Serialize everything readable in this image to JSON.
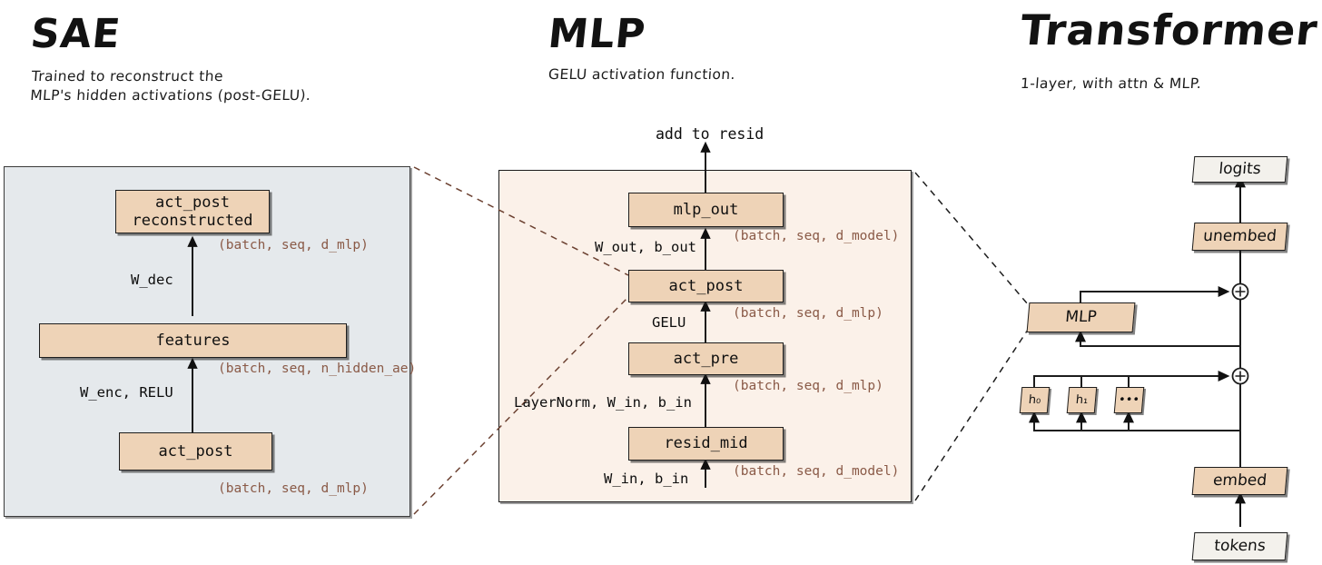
{
  "sections": {
    "sae": {
      "title": "SAE",
      "subtitle": "Trained to reconstruct the\nMLP's hidden activations (post-GELU).",
      "nodes": {
        "act_post_reconstructed": "act_post\nreconstructed",
        "features": "features",
        "act_post": "act_post"
      },
      "edges": {
        "w_dec": "W_dec",
        "w_enc_relu": "W_enc, RELU"
      },
      "shapes": {
        "act_post_reconstructed": "(batch, seq, d_mlp)",
        "features": "(batch, seq, n_hidden_ae)",
        "act_post": "(batch, seq, d_mlp)"
      }
    },
    "mlp": {
      "title": "MLP",
      "subtitle": "GELU activation function.",
      "output_label": "add to resid",
      "nodes": {
        "mlp_out": "mlp_out",
        "act_post": "act_post",
        "act_pre": "act_pre",
        "resid_mid": "resid_mid"
      },
      "edges": {
        "w_out_b_out": "W_out, b_out",
        "gelu": "GELU",
        "layernorm_w_in_b_in": "LayerNorm, W_in, b_in",
        "w_in_b_in": "W_in, b_in"
      },
      "shapes": {
        "mlp_out": "(batch, seq, d_model)",
        "act_post": "(batch, seq, d_mlp)",
        "act_pre": "(batch, seq, d_mlp)",
        "resid_mid": "(batch, seq, d_model)"
      }
    },
    "transformer": {
      "title": "Transformer",
      "subtitle": "1-layer, with attn & MLP.",
      "nodes": {
        "logits": "logits",
        "unembed": "unembed",
        "mlp": "MLP",
        "head_0": "h₀",
        "head_1": "h₁",
        "head_more": "•••",
        "embed": "embed",
        "tokens": "tokens"
      },
      "junctions": {
        "add_mlp": "⊕",
        "add_attn": "⊕"
      }
    }
  },
  "colors": {
    "node_fill": "#eed3b7",
    "node_fill_grey": "#f3f1ec",
    "panel_sae_bg": "#e5e9ec",
    "panel_mlp_bg": "#fbf1e9",
    "shape_text": "#8a5a47",
    "stroke": "#1d1d1d",
    "connector_sae": "#6b4030",
    "connector_mlp": "#1d1d1d"
  }
}
